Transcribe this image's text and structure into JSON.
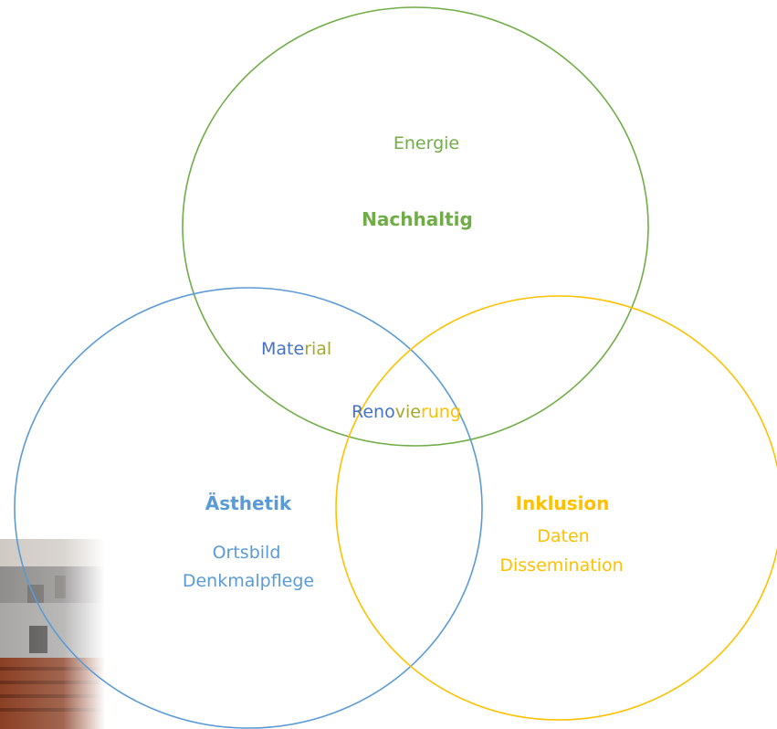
{
  "colors": {
    "green": "#70ad47",
    "blue": "#5b9bd5",
    "darkblue": "#4472c4",
    "yellow": "#ffc000",
    "olive": "#a5a82e"
  },
  "labels": {
    "energie": "Energie",
    "nachhaltig": "Nachhaltig",
    "material_a": "Mate",
    "material_b": "rial",
    "renovierung_a": "Reno",
    "renovierung_b": "vie",
    "renovierung_c": "rung",
    "aesthetik": "Ästhetik",
    "ortsbild": "Ortsbild",
    "denkmalpflege": "Denkmalpflege",
    "inklusion": "Inklusion",
    "daten": "Daten",
    "dissemination": "Dissemination"
  },
  "photos": {
    "top": "photo-facade-plants",
    "bottom": "photo-rooftops"
  }
}
